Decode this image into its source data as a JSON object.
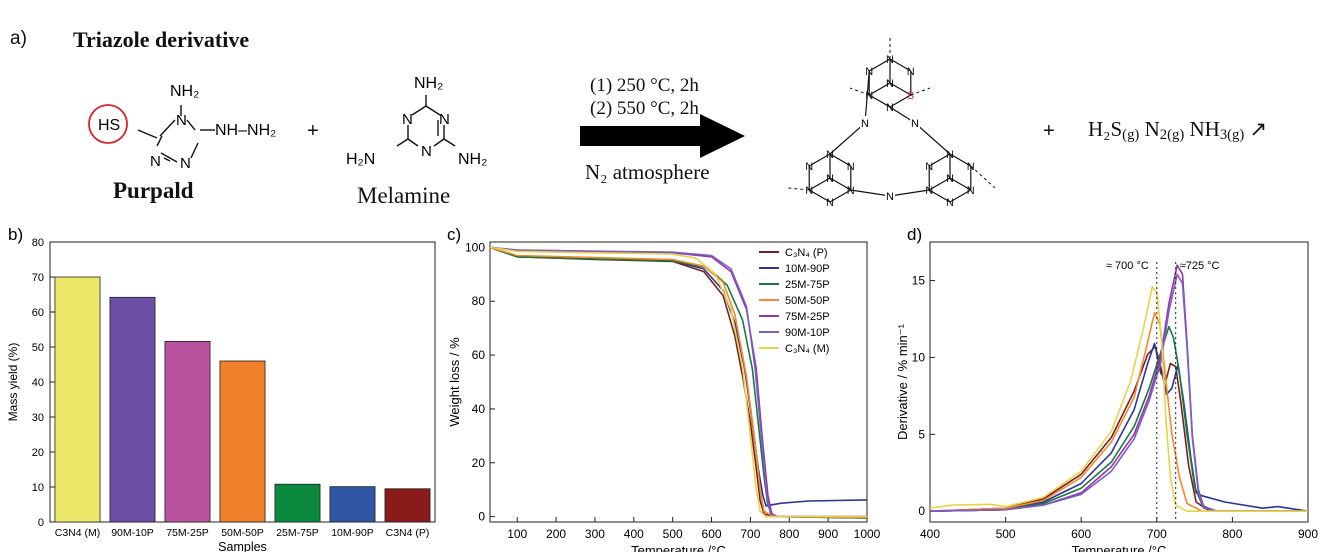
{
  "panel_a": {
    "label": "a)",
    "title": "Triazole derivative",
    "purpald": {
      "name": "Purpald",
      "hs": "HS",
      "nh2": "NH₂",
      "nhnh2": "NH–NH₂",
      "n": "N"
    },
    "plus": "+",
    "melamine": {
      "name": "Melamine",
      "nh2": "NH₂",
      "h2n": "H₂N",
      "n": "N"
    },
    "step1": "(1) 250 °C, 2h",
    "step2": "(2) 550 °C, 2h",
    "atm": "N₂ atmosphere",
    "product": {
      "n": "N",
      "s": "S"
    },
    "byproducts": {
      "h2s": "H₂S",
      "g": "(g)",
      "n2": "N",
      "n2sub": "2(g)",
      "nh3": "NH",
      "nh3sub": "3(g)",
      "arrow": "↗"
    }
  },
  "colors": {
    "c3n4p": "#7a1f1f",
    "m10_90": "#2d3596",
    "m25_75": "#157a3c",
    "m50_50": "#f28a2e",
    "m75_25": "#9b30b0",
    "m90_10": "#7a5ec0",
    "c3n4m": "#e8d44a",
    "bar0": "#ece86a",
    "bar1": "#6b4fa4",
    "bar2": "#b9529f",
    "bar3": "#f0802a",
    "bar4": "#0b8a3e",
    "bar5": "#2f56a5",
    "bar6": "#8b1a1a"
  },
  "chart_data": [
    {
      "id": "b",
      "label": "b)",
      "type": "bar",
      "categories": [
        "C3N4 (M)",
        "90M-10P",
        "75M-25P",
        "50M-50P",
        "25M-75P",
        "10M-90P",
        "C3N4 (P)"
      ],
      "values": [
        70,
        64.2,
        51.6,
        46,
        10.8,
        10.1,
        9.5
      ],
      "xlabel": "Samples",
      "ylabel": "Mass yield (%)",
      "ylim": [
        0,
        80
      ],
      "yticks": [
        0,
        10,
        20,
        30,
        40,
        50,
        60,
        70,
        80
      ]
    },
    {
      "id": "c",
      "label": "c)",
      "type": "line",
      "xlabel": "Temperature /°C",
      "ylabel": "Weight loss / %",
      "xlim": [
        30,
        1000
      ],
      "ylim": [
        -2,
        102
      ],
      "xticks": [
        100,
        200,
        300,
        400,
        500,
        600,
        700,
        800,
        900,
        1000
      ],
      "yticks": [
        0,
        20,
        40,
        60,
        80,
        100
      ],
      "legend": {
        "placement": "top-right",
        "entries": [
          "C₃N₄ (P)",
          "10M-90P",
          "25M-75P",
          "50M-50P",
          "75M-25P",
          "90M-10P",
          "C₃N₄ (M)"
        ]
      },
      "series": [
        {
          "name": "C₃N₄ (P)",
          "color": "c3n4p",
          "points": [
            [
              30,
              100
            ],
            [
              100,
              96.5
            ],
            [
              300,
              95.5
            ],
            [
              500,
              94.8
            ],
            [
              580,
              91
            ],
            [
              630,
              82
            ],
            [
              660,
              67
            ],
            [
              680,
              52
            ],
            [
              700,
              35
            ],
            [
              715,
              18
            ],
            [
              725,
              6
            ],
            [
              735,
              1
            ],
            [
              760,
              0
            ],
            [
              1000,
              -0.5
            ]
          ]
        },
        {
          "name": "10M-90P",
          "color": "m10_90",
          "points": [
            [
              30,
              100
            ],
            [
              100,
              96.5
            ],
            [
              300,
              95.8
            ],
            [
              500,
              95
            ],
            [
              580,
              92
            ],
            [
              630,
              84
            ],
            [
              660,
              72
            ],
            [
              685,
              55
            ],
            [
              705,
              35
            ],
            [
              720,
              18
            ],
            [
              732,
              8
            ],
            [
              740,
              4
            ],
            [
              780,
              5
            ],
            [
              850,
              5.8
            ],
            [
              1000,
              6.2
            ]
          ]
        },
        {
          "name": "25M-75P",
          "color": "m25_75",
          "points": [
            [
              30,
              100
            ],
            [
              100,
              96.5
            ],
            [
              300,
              95.7
            ],
            [
              500,
              95
            ],
            [
              590,
              92.5
            ],
            [
              640,
              86
            ],
            [
              680,
              73
            ],
            [
              705,
              55
            ],
            [
              720,
              35
            ],
            [
              735,
              15
            ],
            [
              745,
              4
            ],
            [
              760,
              0
            ],
            [
              1000,
              -0.5
            ]
          ]
        },
        {
          "name": "50M-50P",
          "color": "m50_50",
          "points": [
            [
              30,
              100
            ],
            [
              100,
              97
            ],
            [
              300,
              96.2
            ],
            [
              500,
              95.5
            ],
            [
              580,
              93
            ],
            [
              630,
              87
            ],
            [
              660,
              75
            ],
            [
              690,
              52
            ],
            [
              710,
              30
            ],
            [
              725,
              10
            ],
            [
              735,
              2
            ],
            [
              760,
              0
            ],
            [
              1000,
              -0.3
            ]
          ]
        },
        {
          "name": "75M-25P",
          "color": "m75_25",
          "points": [
            [
              30,
              100
            ],
            [
              100,
              99
            ],
            [
              300,
              98.5
            ],
            [
              500,
              98
            ],
            [
              600,
              96.5
            ],
            [
              650,
              91
            ],
            [
              690,
              77
            ],
            [
              715,
              55
            ],
            [
              730,
              30
            ],
            [
              745,
              8
            ],
            [
              755,
              1
            ],
            [
              770,
              0
            ],
            [
              1000,
              0
            ]
          ]
        },
        {
          "name": "90M-10P",
          "color": "m90_10",
          "points": [
            [
              30,
              100
            ],
            [
              100,
              99
            ],
            [
              300,
              98.6
            ],
            [
              500,
              98.2
            ],
            [
              600,
              97
            ],
            [
              650,
              92
            ],
            [
              690,
              78
            ],
            [
              712,
              55
            ],
            [
              728,
              30
            ],
            [
              742,
              8
            ],
            [
              752,
              1
            ],
            [
              770,
              0
            ],
            [
              1000,
              0
            ]
          ]
        },
        {
          "name": "C₃N₄ (M)",
          "color": "c3n4m",
          "points": [
            [
              30,
              100
            ],
            [
              100,
              98.5
            ],
            [
              300,
              98
            ],
            [
              500,
              97.5
            ],
            [
              560,
              96
            ],
            [
              610,
              90
            ],
            [
              650,
              77
            ],
            [
              680,
              55
            ],
            [
              700,
              30
            ],
            [
              715,
              10
            ],
            [
              725,
              2
            ],
            [
              740,
              0
            ],
            [
              1000,
              0
            ]
          ]
        }
      ]
    },
    {
      "id": "d",
      "label": "d)",
      "type": "line",
      "xlabel": "Temperature /°C",
      "ylabel": "Derivative / % min⁻¹",
      "xlim": [
        400,
        900
      ],
      "ylim": [
        -0.7,
        17.5
      ],
      "xticks": [
        400,
        500,
        600,
        700,
        800,
        900
      ],
      "yticks": [
        0,
        5,
        10,
        15
      ],
      "annotations": [
        {
          "text": "≈ 700 °C",
          "x": 700
        },
        {
          "text": "≈725 °C",
          "x": 725
        }
      ],
      "series": [
        {
          "color": "c3n4p",
          "points": [
            [
              400,
              0
            ],
            [
              500,
              0.2
            ],
            [
              550,
              0.8
            ],
            [
              600,
              2.4
            ],
            [
              640,
              4.8
            ],
            [
              670,
              7.8
            ],
            [
              688,
              10.2
            ],
            [
              698,
              10.7
            ],
            [
              705,
              9
            ],
            [
              712,
              8.5
            ],
            [
              718,
              9.6
            ],
            [
              725,
              9.4
            ],
            [
              732,
              7
            ],
            [
              742,
              3
            ],
            [
              752,
              0.6
            ],
            [
              770,
              0
            ],
            [
              900,
              0
            ]
          ]
        },
        {
          "color": "m10_90",
          "points": [
            [
              400,
              0
            ],
            [
              500,
              0.1
            ],
            [
              550,
              0.6
            ],
            [
              600,
              1.8
            ],
            [
              640,
              3.8
            ],
            [
              670,
              6.6
            ],
            [
              688,
              9.6
            ],
            [
              697,
              10.9
            ],
            [
              705,
              9.4
            ],
            [
              713,
              7.6
            ],
            [
              720,
              8
            ],
            [
              728,
              9.5
            ],
            [
              735,
              7.3
            ],
            [
              745,
              3.5
            ],
            [
              752,
              1.2
            ],
            [
              760,
              1
            ],
            [
              790,
              0.6
            ],
            [
              840,
              0.2
            ],
            [
              860,
              0.3
            ],
            [
              900,
              0
            ]
          ]
        },
        {
          "color": "m25_75",
          "points": [
            [
              400,
              0
            ],
            [
              500,
              0.1
            ],
            [
              550,
              0.5
            ],
            [
              600,
              1.5
            ],
            [
              640,
              3.2
            ],
            [
              670,
              5.5
            ],
            [
              690,
              8
            ],
            [
              705,
              10.3
            ],
            [
              716,
              12
            ],
            [
              722,
              11.3
            ],
            [
              730,
              9
            ],
            [
              740,
              5
            ],
            [
              750,
              1.6
            ],
            [
              760,
              0.4
            ],
            [
              775,
              0
            ],
            [
              900,
              0
            ]
          ]
        },
        {
          "color": "m50_50",
          "points": [
            [
              400,
              0
            ],
            [
              500,
              0.2
            ],
            [
              550,
              0.7
            ],
            [
              600,
              2.2
            ],
            [
              640,
              4.5
            ],
            [
              670,
              7.4
            ],
            [
              688,
              11
            ],
            [
              697,
              12.9
            ],
            [
              704,
              12.2
            ],
            [
              712,
              8.5
            ],
            [
              720,
              5
            ],
            [
              730,
              2.2
            ],
            [
              740,
              0.5
            ],
            [
              760,
              0
            ],
            [
              900,
              0
            ]
          ]
        },
        {
          "color": "m75_25",
          "points": [
            [
              400,
              0
            ],
            [
              500,
              0.1
            ],
            [
              550,
              0.4
            ],
            [
              600,
              1.2
            ],
            [
              640,
              2.9
            ],
            [
              670,
              5
            ],
            [
              690,
              7.5
            ],
            [
              705,
              10
            ],
            [
              716,
              13.5
            ],
            [
              727,
              16
            ],
            [
              734,
              15.4
            ],
            [
              740,
              11
            ],
            [
              747,
              5
            ],
            [
              755,
              1.4
            ],
            [
              762,
              0.3
            ],
            [
              780,
              0
            ],
            [
              900,
              0
            ]
          ]
        },
        {
          "color": "m90_10",
          "points": [
            [
              400,
              0
            ],
            [
              500,
              0.1
            ],
            [
              550,
              0.4
            ],
            [
              600,
              1.1
            ],
            [
              640,
              2.6
            ],
            [
              670,
              4.7
            ],
            [
              690,
              7.2
            ],
            [
              705,
              9.6
            ],
            [
              716,
              13
            ],
            [
              727,
              15.4
            ],
            [
              734,
              14.8
            ],
            [
              740,
              10.7
            ],
            [
              747,
              4.8
            ],
            [
              755,
              1.2
            ],
            [
              762,
              0.2
            ],
            [
              780,
              0
            ],
            [
              900,
              0
            ]
          ]
        },
        {
          "color": "c3n4m",
          "points": [
            [
              400,
              0.2
            ],
            [
              430,
              0.4
            ],
            [
              480,
              0.45
            ],
            [
              500,
              0.3
            ],
            [
              550,
              0.9
            ],
            [
              600,
              2.6
            ],
            [
              640,
              5.2
            ],
            [
              665,
              8.4
            ],
            [
              682,
              11.8
            ],
            [
              694,
              14.6
            ],
            [
              700,
              14.2
            ],
            [
              706,
              11.5
            ],
            [
              712,
              6
            ],
            [
              718,
              2.2
            ],
            [
              725,
              0.4
            ],
            [
              740,
              0
            ],
            [
              900,
              0
            ]
          ]
        }
      ]
    }
  ]
}
